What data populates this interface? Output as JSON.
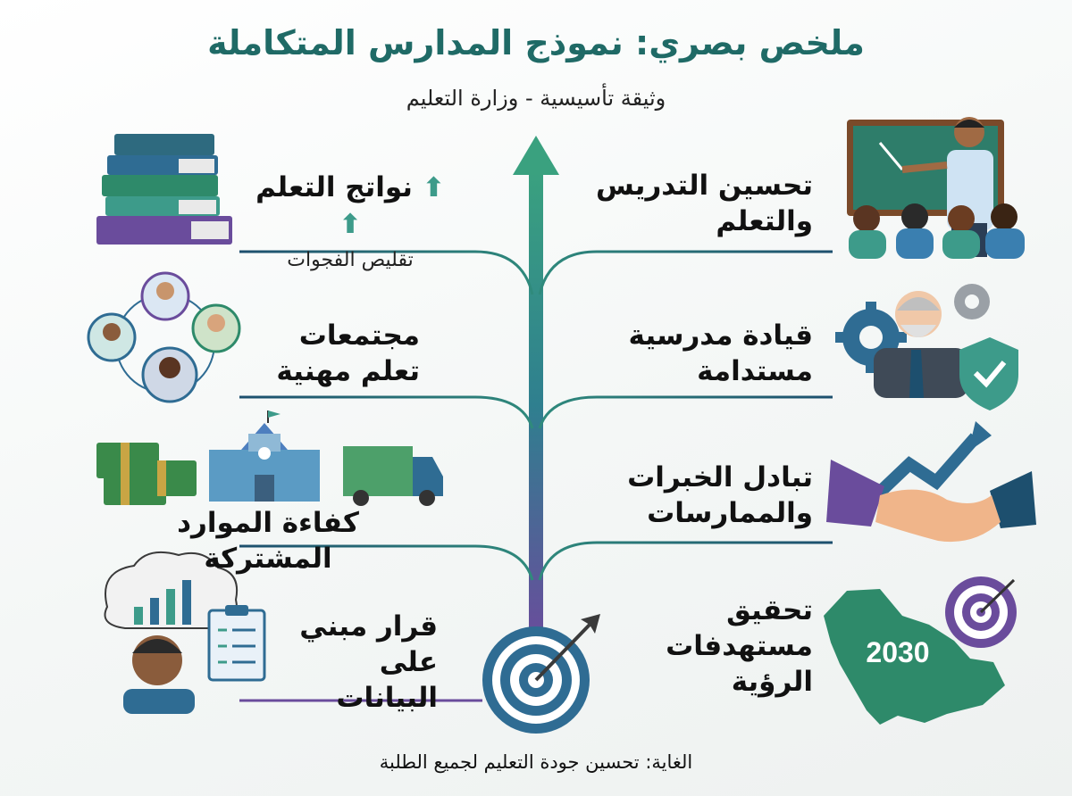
{
  "header": {
    "title": "ملخص بصري: نموذج المدارس المتكاملة",
    "subtitle": "وثيقة تأسيسية - وزارة التعليم"
  },
  "right_items": [
    {
      "line1": "تحسين التدريس",
      "line2": "والتعلم",
      "icon": "teacher-classroom-icon"
    },
    {
      "line1": "قيادة مدرسية",
      "line2": "مستدامة",
      "icon": "leader-gears-shield-icon"
    },
    {
      "line1": "تبادل الخبرات",
      "line2": "والممارسات",
      "icon": "handshake-growth-icon"
    },
    {
      "line1": "تحقيق",
      "line2": "مستهدفات",
      "line3": "الرؤية",
      "icon": "saudi-map-target-icon"
    }
  ],
  "left_items": [
    {
      "line1": "نواتج التعلم",
      "line2": "تقليص الفجوات",
      "icon": "books-stack-icon"
    },
    {
      "line1": "مجتمعات",
      "line2": "تعلم مهنية",
      "icon": "professional-community-icon"
    },
    {
      "line1": "كفاءة الموارد المشتركة",
      "icon": "money-school-truck-icon"
    },
    {
      "line1": "قرار مبني",
      "line2": "على البيانات",
      "icon": "data-thinking-icon"
    }
  ],
  "vision_badge": "2030",
  "footer": "الغاية: تحسين جودة التعليم لجميع الطلبة",
  "colors": {
    "teal": "#2a7f74",
    "green": "#3d9b8a",
    "purple": "#6a4c9c",
    "navy": "#1d4f6e",
    "ring_blue": "#2f6c93"
  }
}
